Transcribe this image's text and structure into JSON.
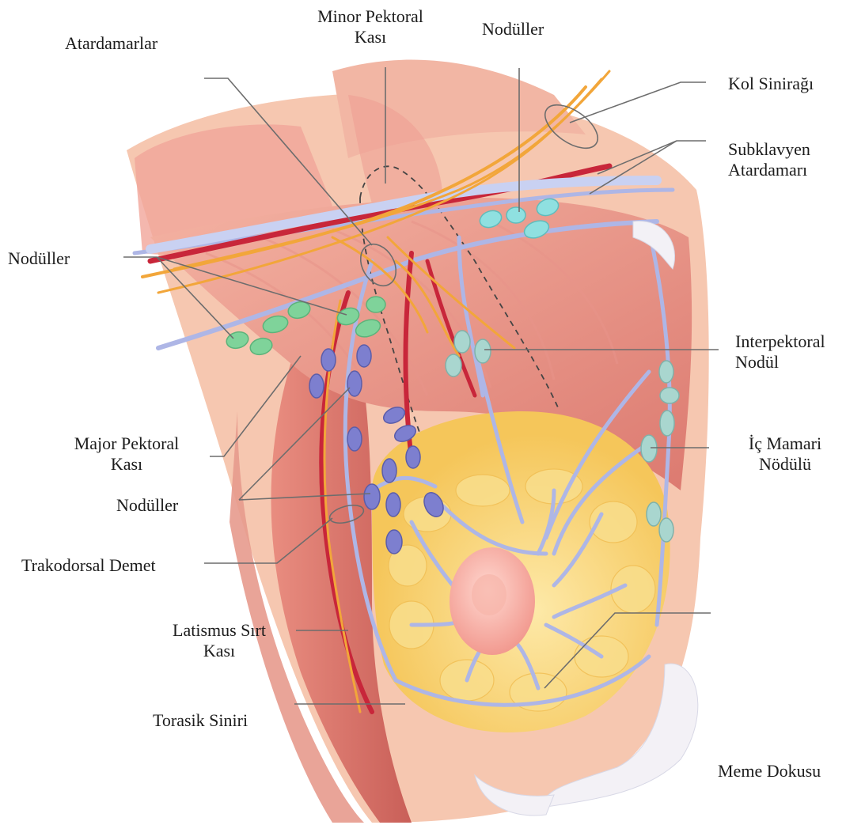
{
  "labels": {
    "atardamarlar": "Atardamarlar",
    "minor_pektoral": [
      "Minor Pektoral",
      "Kası"
    ],
    "noduller_top": "Nodüller",
    "kol_siniragi": "Kol Sinirağı",
    "subklavyen": [
      "Subklavyen",
      "Atardamarı"
    ],
    "noduller_left": "Nodüller",
    "interpektoral": [
      "Interpektoral",
      "Nodül"
    ],
    "major_pektoral": [
      "Major Pektoral",
      "Kası"
    ],
    "ic_mamari": [
      "İç Mamari",
      "Nödülü"
    ],
    "noduller_mid": "Nodüller",
    "trakodorsal": "Trakodorsal Demet",
    "latismus": [
      "Latismus Sırt",
      "Kası"
    ],
    "torasik": "Torasik Siniri",
    "meme_dokusu": "Meme Dokusu"
  },
  "colors": {
    "muscle": "#e58a80",
    "muscle_light": "#f3b7a6",
    "skin": "#f8d2b8",
    "fat": "#f7cf68",
    "fat_light": "#fbe6a0",
    "vessel_blue": "#b9c2ea",
    "artery_red": "#c8263a",
    "nerve_orange": "#f2a63a",
    "node_green": "#7fd39a",
    "node_cyan": "#8fe0e0",
    "node_purple": "#7d7fcf",
    "node_gray": "#a9d6cf",
    "leader": "#6d6d6d"
  }
}
